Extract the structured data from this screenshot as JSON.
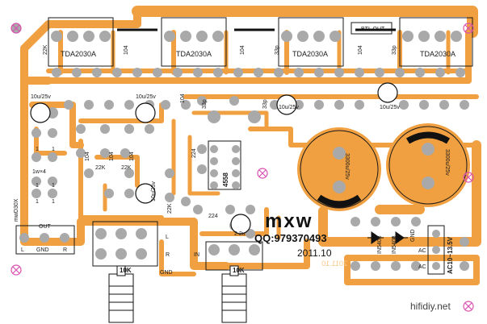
{
  "chips": [
    "TDA2030A",
    "TDA2030A",
    "TDA2030A",
    "TDA2030A",
    "4558"
  ],
  "btl_label": "BTL OUT",
  "caps_small": [
    "10u/25v",
    "10u/25v",
    "10u/25v",
    "10u/25v",
    "10u/25v"
  ],
  "cap_104": [
    "104",
    "104",
    "104",
    "104",
    "104",
    "104",
    "104"
  ],
  "cap_33p": [
    "33p",
    "33p",
    "33p",
    "33p"
  ],
  "cap_22k": [
    "22K",
    "22K",
    "22K",
    "22K"
  ],
  "cap_224": [
    "224",
    "224"
  ],
  "big_caps": [
    "3300u/25v",
    "3300u/25v"
  ],
  "cap_22u": "2.2u",
  "out_block": {
    "title": "OUT",
    "left": "L",
    "gnd": "GND",
    "right": "R"
  },
  "jumper_labels": [
    "1",
    "1",
    "1",
    "1",
    "1",
    "1"
  ],
  "jumper_mid": "1w×4",
  "pot_labels": [
    "10K",
    "10K"
  ],
  "pot_side": {
    "l": "L",
    "r": "R",
    "in": "IN",
    "gnd": "GND"
  },
  "vertical_text": "mwD30X",
  "brand": "mxw",
  "qq": "QQ:979370493",
  "date": "2011.10",
  "date_mirror": "2011.10",
  "power_label": "AC10~13.5V",
  "power_pins": [
    "AC",
    "GND",
    "AC"
  ],
  "diodes": [
    "IN5408",
    "IN5408"
  ],
  "watermark": "hifidiy.net",
  "colors": {
    "copper": "#f0a040",
    "pad": "#a9a9a9",
    "silk": "#1a1a1a",
    "marker": "#d94fb0"
  }
}
